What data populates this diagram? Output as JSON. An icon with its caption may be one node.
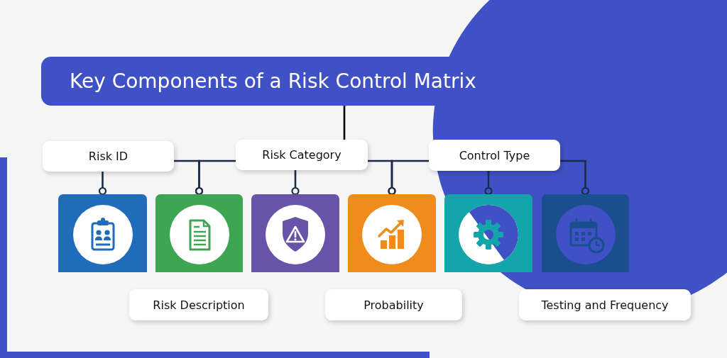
{
  "diagram": {
    "nodes": [
      {
        "text": [
          "Key Components of a Risk Control Matrix"
        ]
      },
      {
        "text": [
          "Risk ID"
        ]
      },
      {
        "text": [
          "Risk Category"
        ]
      },
      {
        "text": [
          "Control Type"
        ]
      },
      {
        "text": [],
        "shape": "box"
      },
      {
        "text": [],
        "shape": "box"
      },
      {
        "text": [],
        "shape": "box"
      },
      {
        "text": [],
        "shape": "box"
      },
      {
        "text": [],
        "shape": "box"
      },
      {
        "text": [],
        "shape": "box"
      },
      {
        "text": [
          "Risk Description"
        ]
      },
      {
        "text": [
          "Probability"
        ]
      },
      {
        "text": [
          "Testing and Frequency"
        ]
      }
    ],
    "edges": [
      {
        "from": 0,
        "to": 2,
        "arrow": "none",
        "color": "#000000"
      },
      {
        "from": 1,
        "to": 4,
        "arrow": "other"
      },
      {
        "from": 1,
        "to": 5,
        "arrow": "other"
      },
      {
        "from": 2,
        "to": 5,
        "arrow": "other"
      },
      {
        "from": 2,
        "to": 6,
        "arrow": "other"
      },
      {
        "from": 2,
        "to": 7,
        "arrow": "other"
      },
      {
        "from": 3,
        "to": 7,
        "arrow": "other"
      },
      {
        "from": 3,
        "to": 8,
        "arrow": "other"
      },
      {
        "from": 3,
        "to": 9,
        "arrow": "other"
      }
    ]
  }
}
